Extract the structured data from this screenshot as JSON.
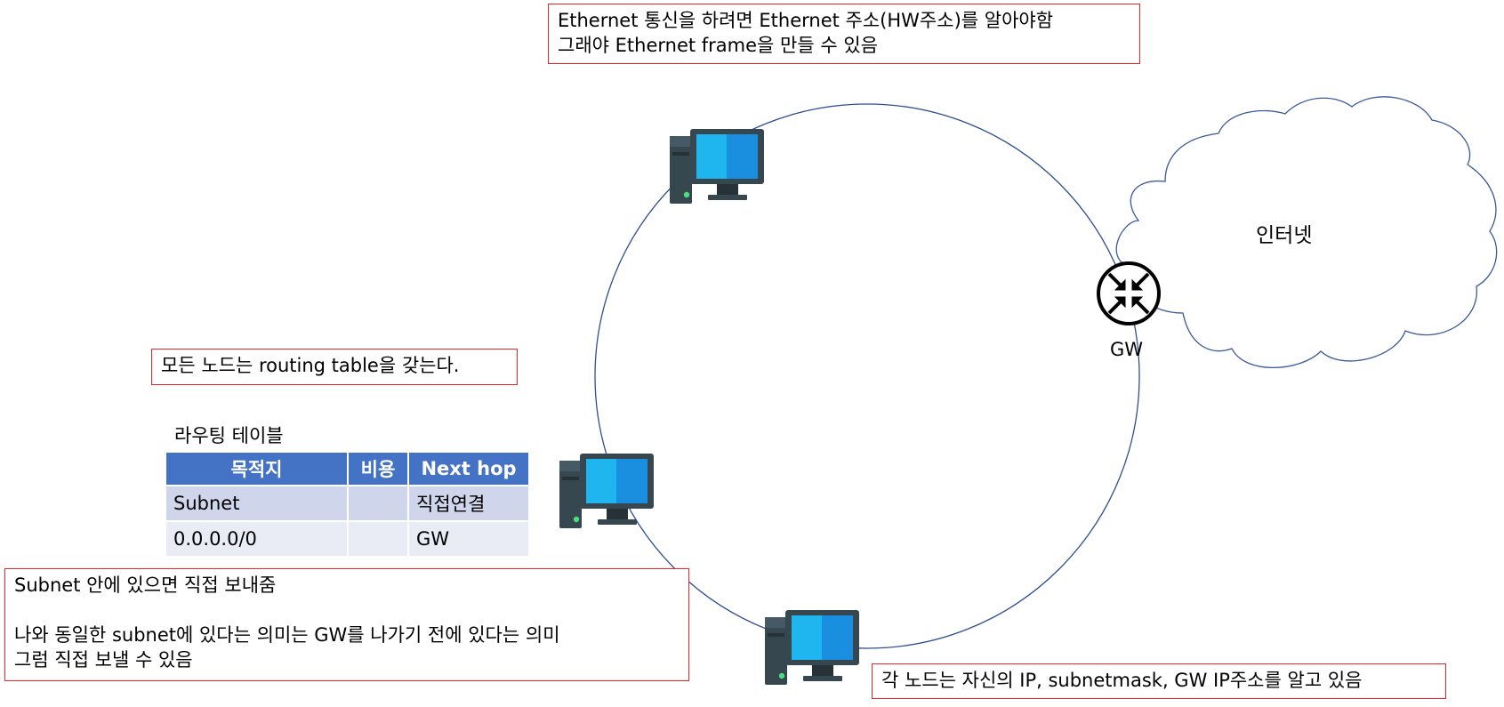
{
  "notes": {
    "ethernet": [
      "Ethernet 통신을 하려면 Ethernet 주소(HW주소)를 알아야함",
      "그래야 Ethernet frame을 만들 수 있음"
    ],
    "routing": [
      "모든 노드는 routing table을 갖는다."
    ],
    "subnet": [
      "Subnet 안에 있으면 직접 보내줌",
      "",
      "나와 동일한 subnet에 있다는 의미는 GW를 나가기 전에 있다는 의미",
      "그럼 직접 보낼 수 있음"
    ],
    "node_info": [
      "각 노드는 자신의 IP, subnetmask, GW IP주소를 알고 있음"
    ]
  },
  "labels": {
    "internet": "인터넷",
    "gw": "GW",
    "table_title": "라우팅 테이블"
  },
  "routing_table": {
    "headers": [
      "목적지",
      "비용",
      "Next hop"
    ],
    "rows": [
      [
        "Subnet",
        "",
        "직접연결"
      ],
      [
        "0.0.0.0/0",
        "",
        "GW"
      ]
    ]
  },
  "colors": {
    "note_border": "#e8262a",
    "ring": "#2f4f8f",
    "cloud": "#3a5a98",
    "table_header": "#4472c4",
    "table_row_1": "#cfd5ea",
    "table_row_2": "#e9ebf5",
    "monitor_screen": "#1aa0e6",
    "computer_body": "#37474f"
  },
  "icons": [
    "computer-icon",
    "router-icon",
    "cloud-icon"
  ]
}
